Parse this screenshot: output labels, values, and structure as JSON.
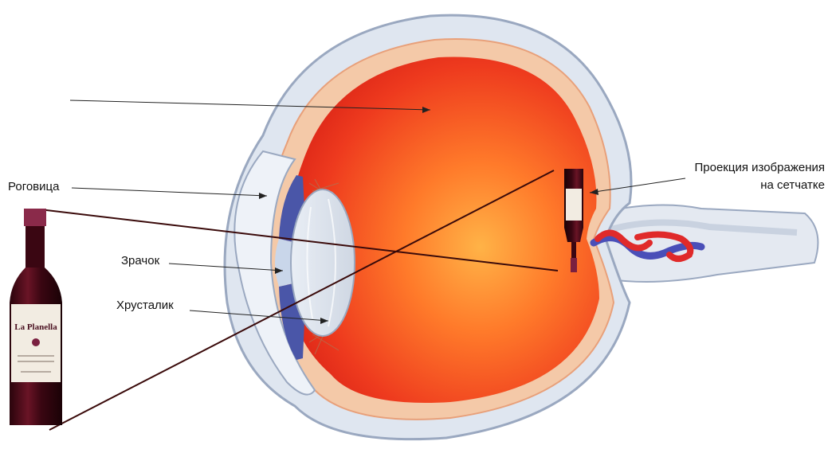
{
  "labels": {
    "cornea": "Роговица",
    "pupil": "Зрачок",
    "lens": "Хрусталик",
    "projection_line1": "Проекция изображения",
    "projection_line2": "на сетчатке"
  },
  "bottle": {
    "brand": "La Planella"
  },
  "colors": {
    "vitreous": "#e8251b",
    "sclera": "#dfe6f0",
    "choroid": "#f4c9a8",
    "iris": "#4a56a8",
    "wine": "#5a0f1c",
    "vein": "#4a4fb8",
    "artery": "#e02a2a"
  }
}
